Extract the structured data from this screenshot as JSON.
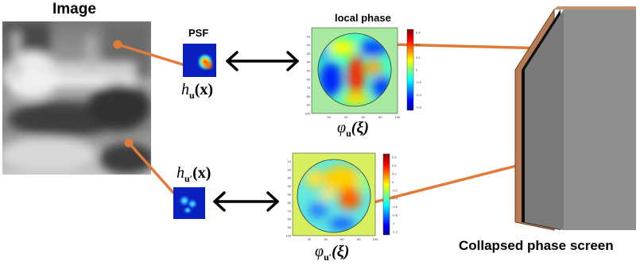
{
  "labels": {
    "image_title": "Image",
    "psf_title": "PSF",
    "local_phase_title": "local phase",
    "screen_label": "Collapsed phase screen"
  },
  "math": {
    "h_u": "h",
    "h_u_sub": "u",
    "h_u_arg": "(x)",
    "h_u2": "h",
    "h_u2_sub": "u′",
    "h_u2_arg": "(x)",
    "phi_u": "φ",
    "phi_u_sub": "u",
    "phi_u_arg": "(ξ)",
    "phi_u2": "φ",
    "phi_u2_sub": "u′",
    "phi_u2_arg": "(ξ)"
  },
  "phase_map_top": {
    "yticks": [
      "10",
      "20",
      "30",
      "40",
      "50",
      "60",
      "70",
      "80",
      "90",
      "100"
    ],
    "xticks": [
      "20",
      "40",
      "60",
      "80",
      "100"
    ],
    "cbar_ticks": [
      "0.6",
      "0.4",
      "0.2",
      "0",
      "-0.2",
      "-0.4",
      "-0.6"
    ]
  },
  "phase_map_bottom": {
    "yticks": [
      "10",
      "20",
      "30",
      "40",
      "50",
      "60",
      "70",
      "80",
      "90",
      "100"
    ],
    "xticks": [
      "20",
      "40",
      "60",
      "80",
      "100"
    ],
    "cbar_ticks": [
      "0.6",
      "0.4",
      "0.2",
      "0",
      "-0.2",
      "-0.4",
      "-0.6",
      "-0.8",
      "-1",
      "-1.2"
    ]
  },
  "colors": {
    "connector": "#e07b39",
    "arrow": "#000000",
    "screen_edge": "#b87b55",
    "screen_face": "#8f8f8f",
    "psf_background": "#0a1fbf"
  }
}
